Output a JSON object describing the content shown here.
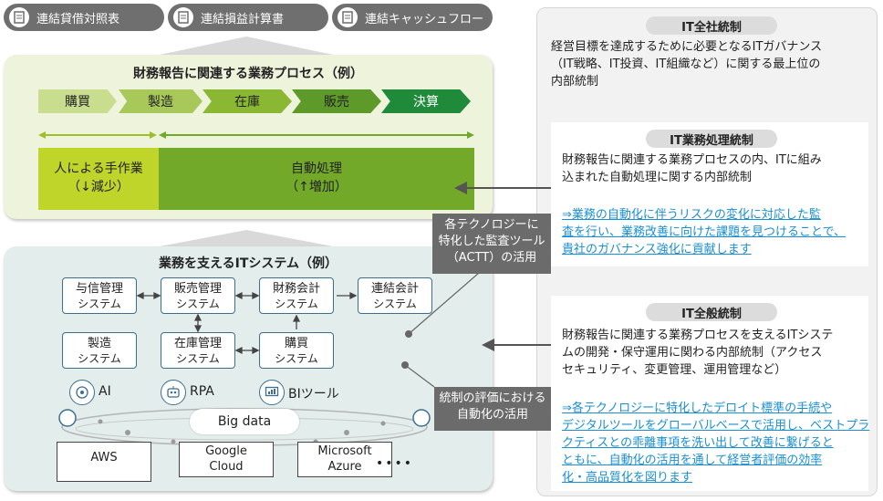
{
  "top_buttons": [
    {
      "label": "連結貸借対照表"
    },
    {
      "label": "連結損益計算書"
    },
    {
      "label": "連結キャッシュフロー"
    }
  ],
  "process": {
    "title": "財務報告に関連する業務プロセス（例）",
    "steps": [
      "購買",
      "製造",
      "在庫",
      "販売",
      "決算"
    ],
    "manual": {
      "line1": "人による手作業",
      "line2": "（↓減少）"
    },
    "auto": {
      "line1": "自動処理",
      "line2": "（↑増加）"
    }
  },
  "it_systems": {
    "title": "業務を支えるITシステム（例）",
    "systems": [
      {
        "name": "与信管理",
        "sub": "システム"
      },
      {
        "name": "販売管理",
        "sub": "システム"
      },
      {
        "name": "財務会計",
        "sub": "システム"
      },
      {
        "name": "連結会計",
        "sub": "システム"
      },
      {
        "name": "製造",
        "sub": "システム"
      },
      {
        "name": "在庫管理",
        "sub": "システム"
      },
      {
        "name": "購買",
        "sub": "システム"
      }
    ],
    "tech": [
      {
        "icon": "ai-brain-icon",
        "label": "AI"
      },
      {
        "icon": "robot-icon",
        "label": "RPA"
      },
      {
        "icon": "chart-monitor-icon",
        "label": "BIツール"
      }
    ],
    "big_data": "Big data",
    "clouds": [
      {
        "line1": "AWS",
        "line2": ""
      },
      {
        "line1": "Google",
        "line2": "Cloud"
      },
      {
        "line1": "Microsoft",
        "line2": "Azure"
      }
    ],
    "ellipsis": "••••"
  },
  "callouts": {
    "actt": {
      "line1": "各テクノロジーに",
      "line2": "特化した監査ツール",
      "line3": "（ACTT）の活用"
    },
    "automation": {
      "line1": "統制の評価における",
      "line2": "自動化の活用"
    }
  },
  "right_panel": {
    "company_level": {
      "title": "IT全社統制",
      "text": [
        "経営目標を達成するために必要となるITガバナンス",
        "（IT戦略、IT投資、IT組織など）に関する最上位の",
        "内部統制"
      ]
    },
    "application": {
      "title": "IT業務処理統制",
      "text": [
        "財務報告に関連する業務プロセスの内、ITに組み",
        "込まれた自動処理に関する内部統制"
      ],
      "link": [
        "⇒業務の自動化に伴うリスクの変化に対応した監",
        "査を行い、業務改善に向けた課題を見つけることで、",
        "貴社のガバナンス強化に貢献します"
      ]
    },
    "general": {
      "title": "IT全般統制",
      "text": [
        "財務報告に関連する業務プロセスを支えるITシステ",
        "ムの開発・保守運用に関わる内部統制（アクセス",
        "セキュリティ、変更管理、運用管理など）"
      ],
      "link": [
        "⇒各テクノロジーに特化したデロイト標準の手続や",
        "デジタルツールをグローバルベースで活用し、ベストプラ",
        "クティスとの乖離事項を洗い出して改善に繋げると",
        "ともに、自動化の活用を通して経営者評価の効率",
        "化・高品質化を図ります"
      ]
    }
  },
  "colors": {
    "light_green": "#c9dd8e",
    "mid_green": "#8ab833",
    "green": "#5d9a2a",
    "dark_green": "#1f8a3a",
    "yellow_green": "#c0d52a",
    "auto_green": "#72a929",
    "panel_green": "#eef4dc",
    "panel_teal": "#e3eeec",
    "grey": "#6b6b6b"
  }
}
